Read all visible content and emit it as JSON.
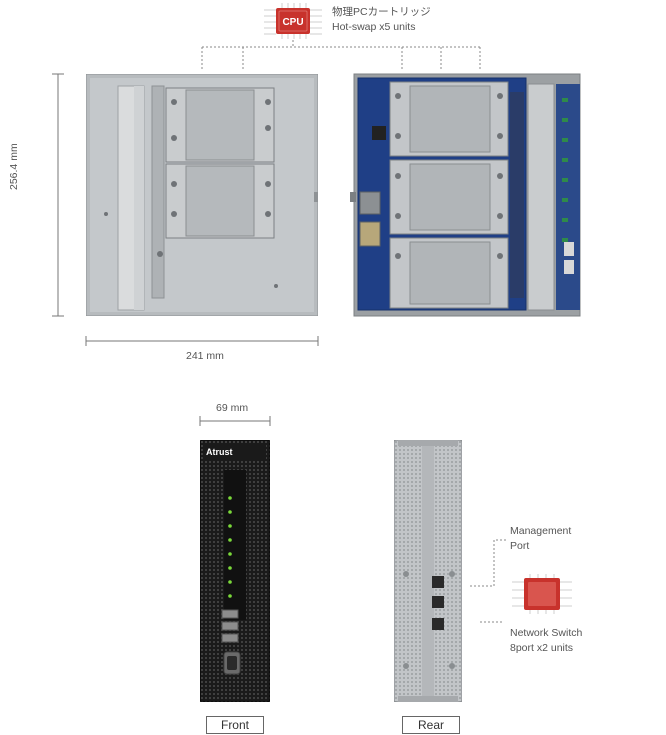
{
  "cpu_callout": {
    "chip_text": "CPU",
    "line1": "物理PCカートリッジ",
    "line2": "Hot-swap x5 units"
  },
  "dimensions": {
    "height": "256.4 mm",
    "width": "241 mm",
    "front_width": "69 mm"
  },
  "front_panel": {
    "brand": "Atrust"
  },
  "rear_callouts": {
    "management_line1": "Management",
    "management_line2": "Port",
    "switch_line1": "Network Switch",
    "switch_line2": "8port x2 units"
  },
  "view_labels": {
    "front": "Front",
    "rear": "Rear"
  },
  "colors": {
    "chip_red": "#c8322c",
    "board_blue": "#1f3f86",
    "chassis_gray": "#b9bcbf",
    "front_black": "#1a1a1a",
    "led_green": "#7bd93a"
  }
}
